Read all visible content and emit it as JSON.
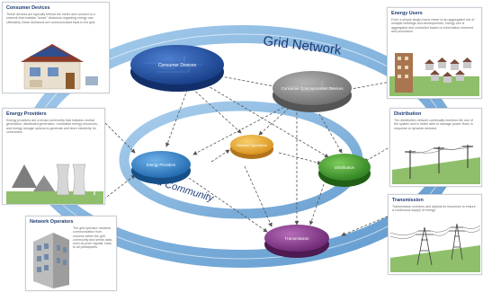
{
  "diagram": {
    "ring_labels": {
      "top": "Grid Network",
      "bottom": "Grid Community"
    },
    "nodes": [
      {
        "id": "consumer-devices",
        "label": "Consumer Devices",
        "color": "#1f4fa3"
      },
      {
        "id": "consumer-communication-devices",
        "label": "Consumer Communication Devices",
        "color": "#8a8a8a"
      },
      {
        "id": "network-operations",
        "label": "Network Operations",
        "color": "#e8a92b"
      },
      {
        "id": "energy-providers",
        "label": "Energy Providers",
        "color": "#2f7fc4"
      },
      {
        "id": "distribution",
        "label": "Distribution",
        "color": "#3f9b2e"
      },
      {
        "id": "transmission",
        "label": "Transmission",
        "color": "#8a3b8f"
      }
    ],
    "panels": {
      "consumer_devices": {
        "title": "Consumer Devices",
        "text": "These devices are typically behind the meter and connect to a network that enables \"smart\" decisions regarding energy use. Ultimately, these decisions are communicated back to the grid."
      },
      "energy_providers": {
        "title": "Energy Providers",
        "text": "Energy providers are a broad community that includes central generation, distributed generation, renewable energy resources, and energy storage options to generate and store electricity for consumers."
      },
      "network_operators": {
        "title": "Network Operators",
        "text": "The grid operator monitors communication from sources within the grid community and sends data, such as price signals, back to all participants."
      },
      "energy_users": {
        "title": "Energy Users",
        "text": "From a simple single-home meter to an aggregated mix of multiple buildings and developments, energy use is aggregated and controlled based on information received and processed."
      },
      "distribution": {
        "title": "Distribution",
        "text": "The distribution network continually monitors the use of the system and is better able to manage power flows in response to dynamic demand."
      },
      "transmission": {
        "title": "Transmission",
        "text": "Transmission monitors and adjusts its resources to ensure a continuous supply of energy."
      }
    },
    "colors": {
      "ring": "#6fa8d8",
      "ring_label": "#1f3b73",
      "connector": "#555555",
      "panel_title": "#1f3b73"
    }
  }
}
